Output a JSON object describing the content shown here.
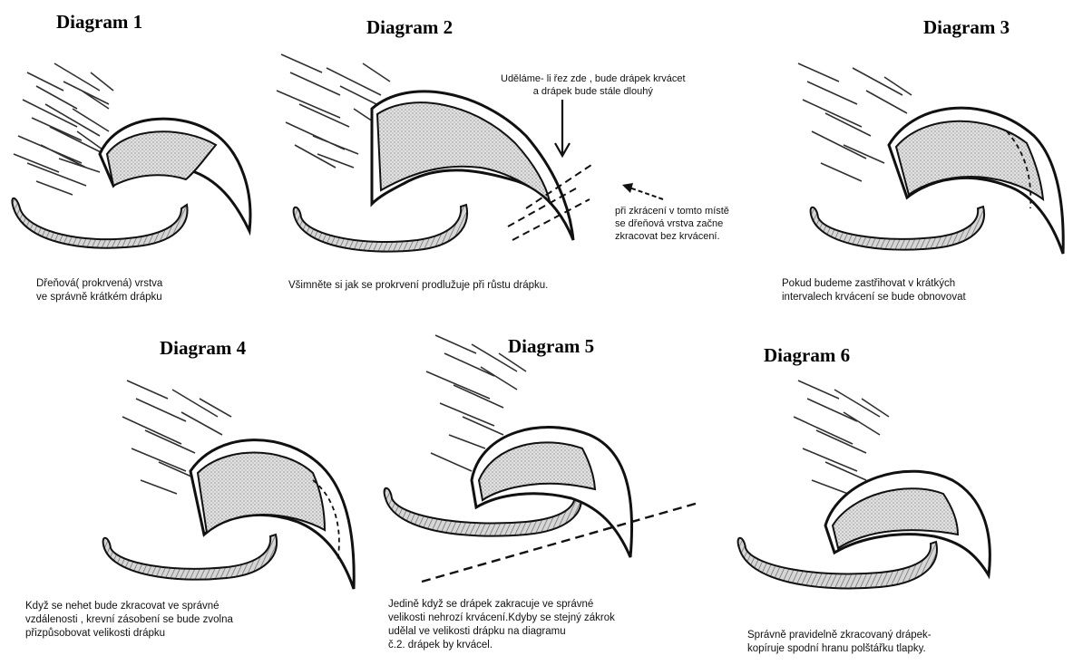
{
  "titles": {
    "d1": "Diagram 1",
    "d2": "Diagram 2",
    "d3": "Diagram 3",
    "d4": "Diagram 4",
    "d5": "Diagram 5",
    "d6": "Diagram 6"
  },
  "captions": {
    "d1": [
      "Dřeňová( prokrvená) vrstva",
      "ve správně krátkém drápku"
    ],
    "d2": [
      "Všimněte si jak se prokrvení prodlužuje při růstu drápku."
    ],
    "d3": [
      "Pokud budeme zastřihovat v krátkých",
      "intervalech krvácení se bude obnovovat"
    ],
    "d4": [
      "Když se nehet bude zkracovat ve správné",
      "vzdálenosti , krevní zásobení se bude zvolna",
      "přizpůsobovat velikosti drápku"
    ],
    "d5": [
      "Jedině když se drápek zakracuje ve správné",
      "velikosti nehrozí krvácení.Kdyby se stejný zákrok",
      "udělal ve velikosti drápku na diagramu",
      "č.2. drápek by krvácel."
    ],
    "d6": [
      "Správně pravidelně zkracovaný drápek-",
      "kopíruje spodní hranu polštářku tlapky."
    ]
  },
  "annotations": {
    "cut_here": [
      "Uděláme- li řez zde , bude drápek krvácet",
      "a drápek bude stále dlouhý"
    ],
    "cut_there": [
      "při zkrácení v tomto místě",
      "se dřeňová vrstva začne",
      "zkracovat bez krvácení."
    ]
  }
}
